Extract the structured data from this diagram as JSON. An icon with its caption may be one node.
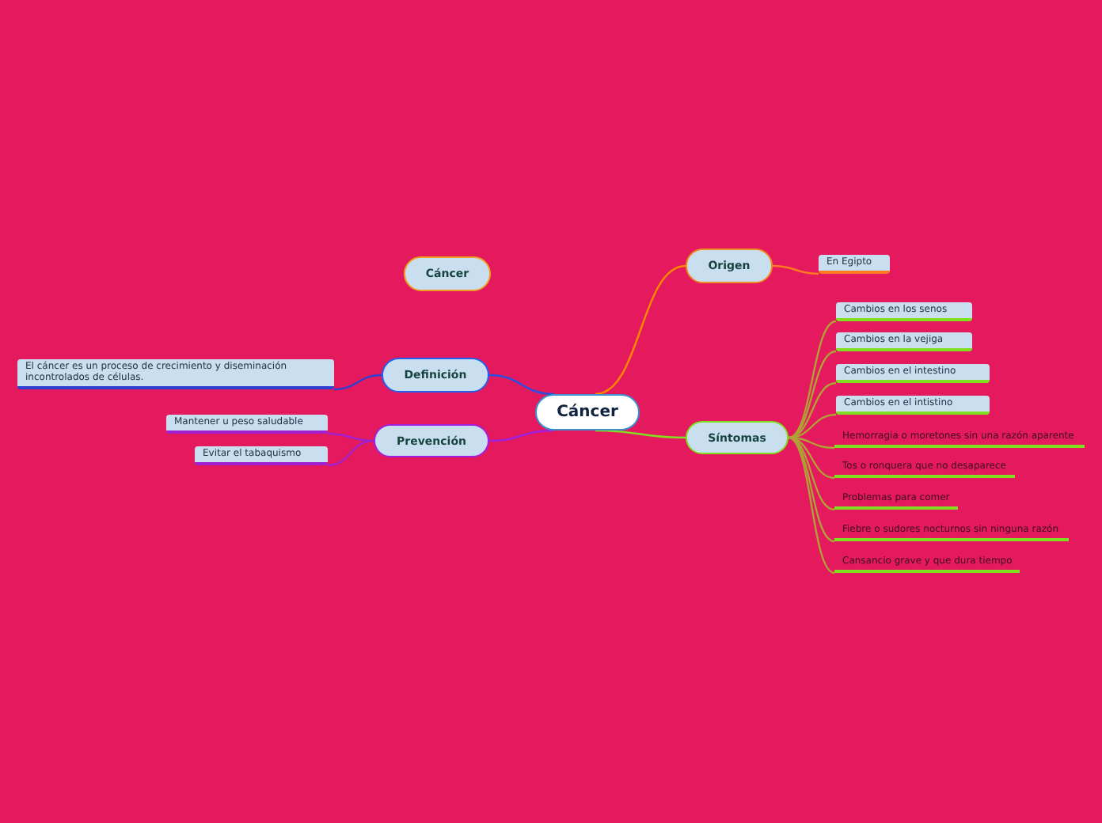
{
  "diagram": {
    "nodes": [
      {
        "text": [
          "Cáncer"
        ]
      },
      {
        "text": [
          "Cáncer"
        ]
      },
      {
        "text": [
          "Definición"
        ]
      },
      {
        "text": [
          "El cáncer es un proceso de crecimiento y diseminación incontrolados de células."
        ]
      },
      {
        "text": [
          "Prevención"
        ]
      },
      {
        "text": [
          "Mantener u peso saludable"
        ]
      },
      {
        "text": [
          "Evitar el tabaquismo"
        ]
      },
      {
        "text": [
          "Origen"
        ]
      },
      {
        "text": [
          "En Egipto"
        ]
      },
      {
        "text": [
          "Síntomas"
        ]
      },
      {
        "text": [
          "Cambios en los senos"
        ]
      },
      {
        "text": [
          "Cambios en la vejiga"
        ]
      },
      {
        "text": [
          "Cambios en el intestino"
        ]
      },
      {
        "text": [
          "Cambios en el intistino"
        ]
      },
      {
        "text": [
          "Hemorragia o moretones sin una razón aparente"
        ]
      },
      {
        "text": [
          "Tos o ronquera que no desaparece"
        ]
      },
      {
        "text": [
          "Problemas para comer"
        ]
      },
      {
        "text": [
          "Fiebre o sudores nocturnos sin ninguna razón"
        ]
      },
      {
        "text": [
          "Cansancio grave y que dura tiempo"
        ]
      }
    ],
    "edges": [
      {
        "from": 1,
        "to": 2,
        "arrow": "none",
        "color": "#2a4ee0"
      },
      {
        "from": 1,
        "to": 4,
        "arrow": "none",
        "color": "#a020e0"
      },
      {
        "from": 1,
        "to": 7,
        "arrow": "none",
        "color": "#ff8a00"
      },
      {
        "from": 1,
        "to": 9,
        "arrow": "none",
        "color": "#80e020"
      },
      {
        "from": 2,
        "to": 3,
        "arrow": "none",
        "color": "#3040d0"
      },
      {
        "from": 4,
        "to": 5,
        "arrow": "none",
        "color": "#a020d0"
      },
      {
        "from": 4,
        "to": 6,
        "arrow": "none",
        "color": "#a020d0"
      },
      {
        "from": 7,
        "to": 8,
        "arrow": "none",
        "color": "#ff7a20"
      },
      {
        "from": 9,
        "to": 10,
        "arrow": "none"
      },
      {
        "from": 9,
        "to": 11,
        "arrow": "none"
      },
      {
        "from": 9,
        "to": 12,
        "arrow": "none"
      },
      {
        "from": 9,
        "to": 13,
        "arrow": "none"
      },
      {
        "from": 9,
        "to": 14,
        "arrow": "none"
      },
      {
        "from": 9,
        "to": 15,
        "arrow": "none"
      },
      {
        "from": 9,
        "to": 16,
        "arrow": "none"
      },
      {
        "from": 9,
        "to": 17,
        "arrow": "none"
      },
      {
        "from": 9,
        "to": 18,
        "arrow": "none"
      }
    ]
  }
}
